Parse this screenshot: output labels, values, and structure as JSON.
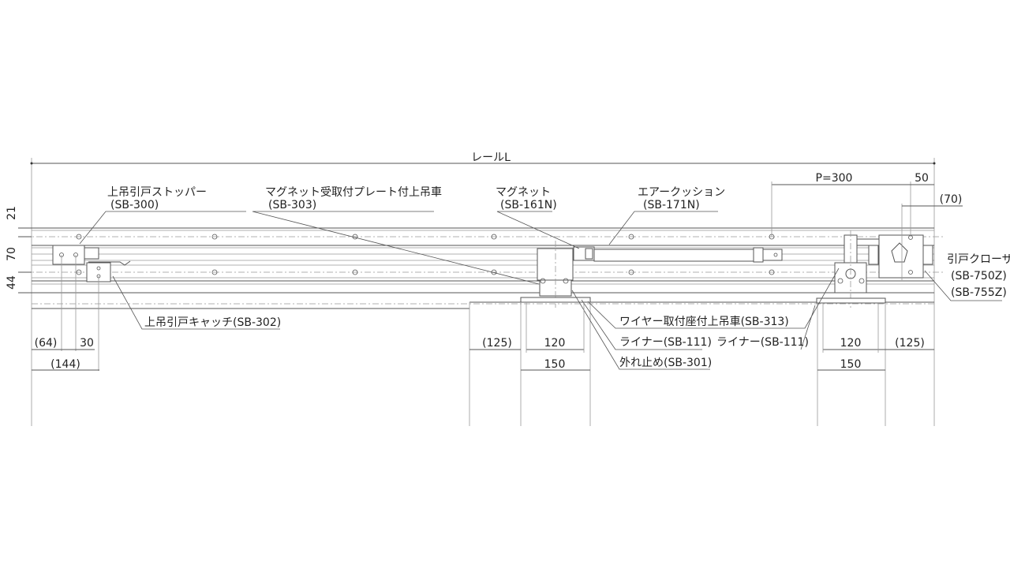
{
  "rail_length_label": "レールL",
  "labels": {
    "stopper": {
      "name": "上吊引戸ストッパー",
      "code": "(SB-300)"
    },
    "magnet_plate_carriage": {
      "name": "マグネット受取付プレート付上吊車",
      "code": "(SB-303)"
    },
    "magnet": {
      "name": "マグネット",
      "code": "(SB-161N)"
    },
    "air_cushion": {
      "name": "エアークッション",
      "code": "(SB-171N)"
    },
    "catch": "上吊引戸キャッチ(SB-302)",
    "wire_carriage": "ワイヤー取付座付上吊車(SB-313)",
    "liner_1": "ライナー(SB-111)",
    "liner_2": "ライナー(SB-111)",
    "derail_stop": "外れ止め(SB-301)",
    "closer": {
      "name": "引戸クローザー",
      "code1": "(SB-750Z)",
      "code2": "(SB-755Z)"
    }
  },
  "dimensions": {
    "left_vertical": [
      "21",
      "70",
      "44"
    ],
    "left_bottom": [
      "(64)",
      "30",
      "(144)"
    ],
    "center_bottom": [
      "(125)",
      "120",
      "150"
    ],
    "right_bottom": [
      "120",
      "(125)",
      "150"
    ],
    "right_top": [
      "P=300",
      "50",
      "(70)"
    ]
  }
}
